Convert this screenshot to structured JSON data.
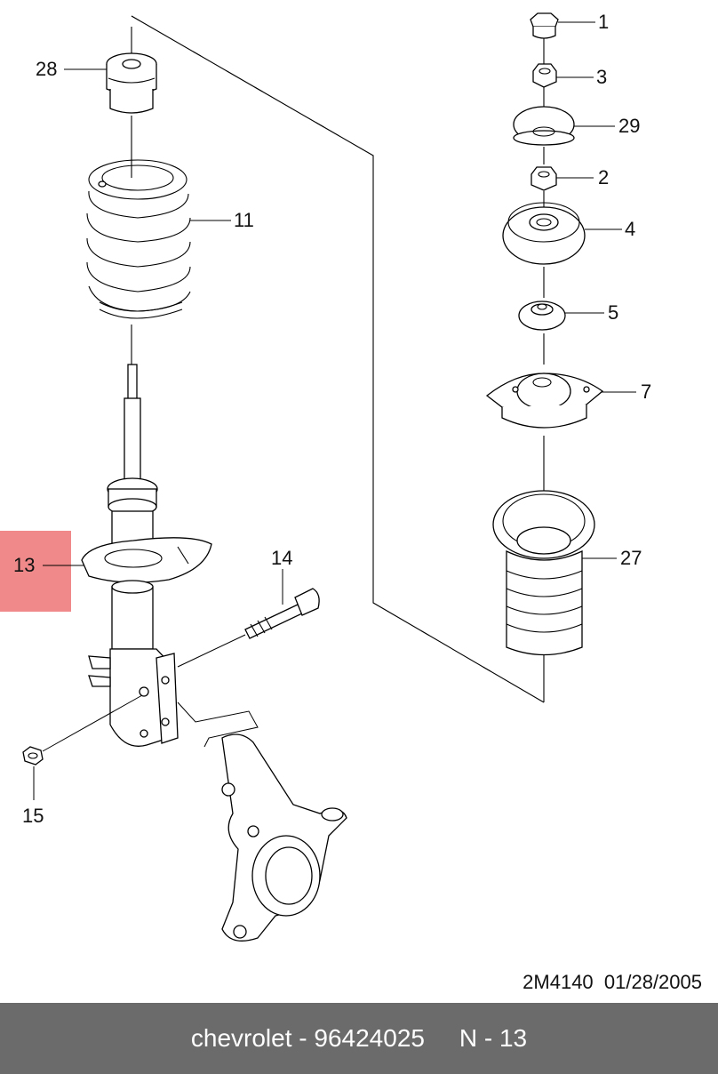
{
  "callouts": {
    "c1": "1",
    "c3": "3",
    "c29": "29",
    "c2": "2",
    "c4": "4",
    "c5": "5",
    "c7": "7",
    "c27": "27",
    "c28": "28",
    "c11": "11",
    "c13": "13",
    "c14": "14",
    "c15": "15"
  },
  "reference": "2M4140  01/28/2005",
  "footer": {
    "brand": "chevrolet",
    "part_number": "96424025",
    "position": "N - 13"
  },
  "colors": {
    "highlight": "#f08a8a",
    "footer_bg": "#6b6b6b"
  }
}
